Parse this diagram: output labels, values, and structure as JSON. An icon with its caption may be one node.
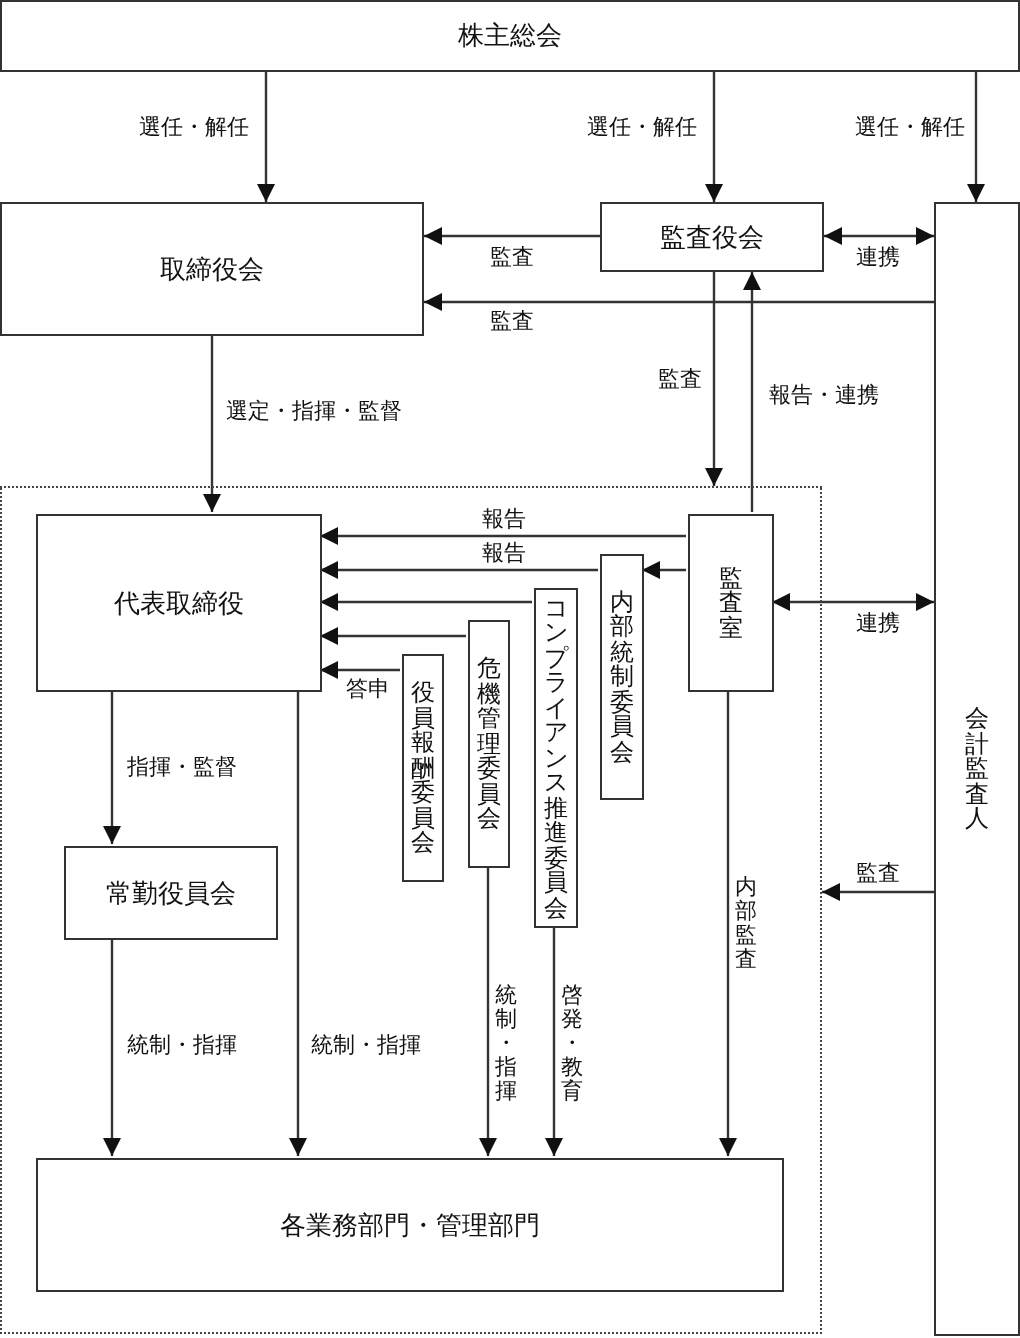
{
  "diagram": {
    "nodes": [
      {
        "text": [
          "株主総会"
        ]
      },
      {
        "text": [
          "取締役会"
        ]
      },
      {
        "text": [
          "監査役会"
        ]
      },
      {
        "text": [
          "会計監査人"
        ]
      },
      {
        "text": [],
        "shape": "box"
      },
      {
        "text": [
          "代表取締役"
        ],
        "in": 4
      },
      {
        "text": [
          "監査室"
        ],
        "in": 4
      },
      {
        "text": [
          "内部統制委員会"
        ],
        "in": 4
      },
      {
        "text": [
          "コンプライアンス推進委員会"
        ],
        "in": 4
      },
      {
        "text": [
          "危機管理委員会"
        ],
        "in": 4
      },
      {
        "text": [
          "役員報酬委員会"
        ],
        "in": 4
      },
      {
        "text": [
          "常勤役員会"
        ],
        "in": 4
      },
      {
        "text": [
          "各業務部門・管理部門"
        ],
        "in": 4
      }
    ],
    "edges": [
      {
        "from": 0,
        "to": 1,
        "arrow": "to",
        "label": "選任・解任"
      },
      {
        "from": 0,
        "to": 2,
        "arrow": "to",
        "label": "選任・解任"
      },
      {
        "from": 0,
        "to": 3,
        "arrow": "to",
        "label": "選任・解任"
      },
      {
        "from": 2,
        "to": 1,
        "arrow": "to",
        "label": "監査"
      },
      {
        "from": 3,
        "to": 1,
        "arrow": "to",
        "label": "監査"
      },
      {
        "from": 2,
        "to": 3,
        "arrow": "both",
        "label": "連携"
      },
      {
        "from": 1,
        "to": 5,
        "arrow": "to",
        "label": "選定・指揮・監督"
      },
      {
        "from": 2,
        "to": 4,
        "arrow": "to",
        "label": "監査"
      },
      {
        "from": 6,
        "to": 2,
        "arrow": "to",
        "label": "報告・連携"
      },
      {
        "from": 6,
        "to": 5,
        "arrow": "to",
        "label": "報告"
      },
      {
        "from": 7,
        "to": 5,
        "arrow": "to",
        "label": "報告"
      },
      {
        "from": 6,
        "to": 7,
        "arrow": "to"
      },
      {
        "from": 8,
        "to": 5,
        "arrow": "to"
      },
      {
        "from": 9,
        "to": 5,
        "arrow": "to"
      },
      {
        "from": 10,
        "to": 5,
        "arrow": "to",
        "label": "答申"
      },
      {
        "from": 6,
        "to": 3,
        "arrow": "both",
        "label": "連携"
      },
      {
        "from": 3,
        "to": 4,
        "arrow": "to",
        "label": "監査"
      },
      {
        "from": 5,
        "to": 11,
        "arrow": "to",
        "label": "指揮・監督"
      },
      {
        "from": 11,
        "to": 12,
        "arrow": "to",
        "label": "統制・指揮"
      },
      {
        "from": 5,
        "to": 12,
        "arrow": "to",
        "label": "統制・指揮"
      },
      {
        "from": 9,
        "to": 12,
        "arrow": "to",
        "label": "統制・指揮"
      },
      {
        "from": 8,
        "to": 12,
        "arrow": "to",
        "label": "啓発・教育"
      },
      {
        "from": 6,
        "to": 12,
        "arrow": "to",
        "label": "内部監査"
      }
    ]
  }
}
